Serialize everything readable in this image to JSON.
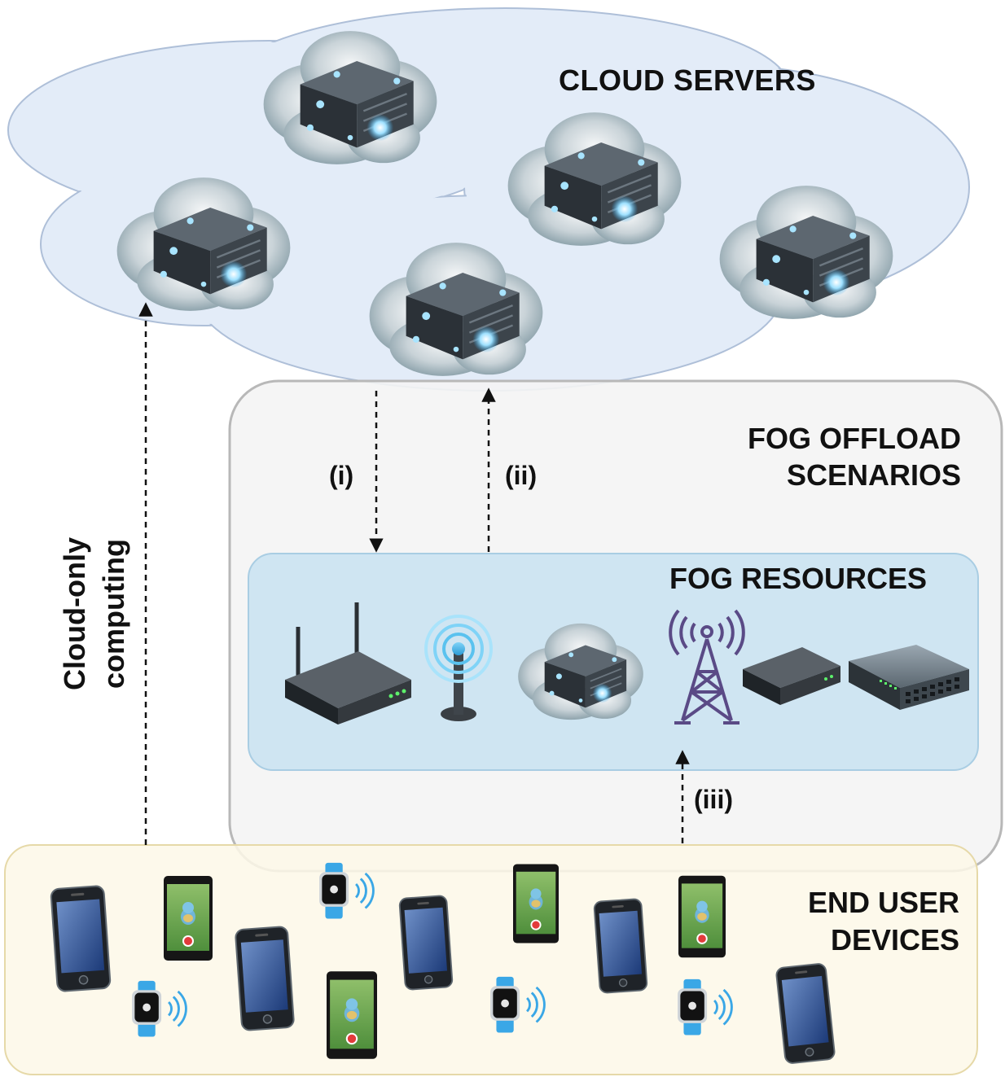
{
  "labels": {
    "cloud_servers": "CLOUD SERVERS",
    "fog_offload_line1": "FOG OFFLOAD",
    "fog_offload_line2": "SCENARIOS",
    "fog_resources": "FOG RESOURCES",
    "end_user_line1": "END USER",
    "end_user_line2": "DEVICES",
    "cloud_only_line1": "Cloud-only",
    "cloud_only_line2": "computing",
    "scenario_i": "(i)",
    "scenario_ii": "(ii)",
    "scenario_iii": "(iii)"
  },
  "icons": {
    "cloud_server": "cloud-server-icon",
    "router": "wifi-router-icon",
    "access_point": "wireless-access-point-icon",
    "cell_tower": "cell-tower-icon",
    "small_router": "small-router-icon",
    "switch": "network-switch-icon",
    "smartphone": "smartphone-icon",
    "game_phone": "game-phone-icon",
    "smartwatch": "smartwatch-icon"
  },
  "colors": {
    "cloud_fill": "#e3ecf8",
    "cloud_stroke": "#aebfd8",
    "fog_scenarios_fill": "#f4f4f4",
    "fog_scenarios_stroke": "#b8b8b8",
    "fog_resources_fill": "#cfe5f2",
    "fog_resources_stroke": "#a9cde3",
    "end_user_fill": "#fdf8e7",
    "end_user_stroke": "#e6d9a8",
    "arrow": "#111111",
    "tower": "#5a4a86",
    "watch_band": "#3aa7e6"
  }
}
